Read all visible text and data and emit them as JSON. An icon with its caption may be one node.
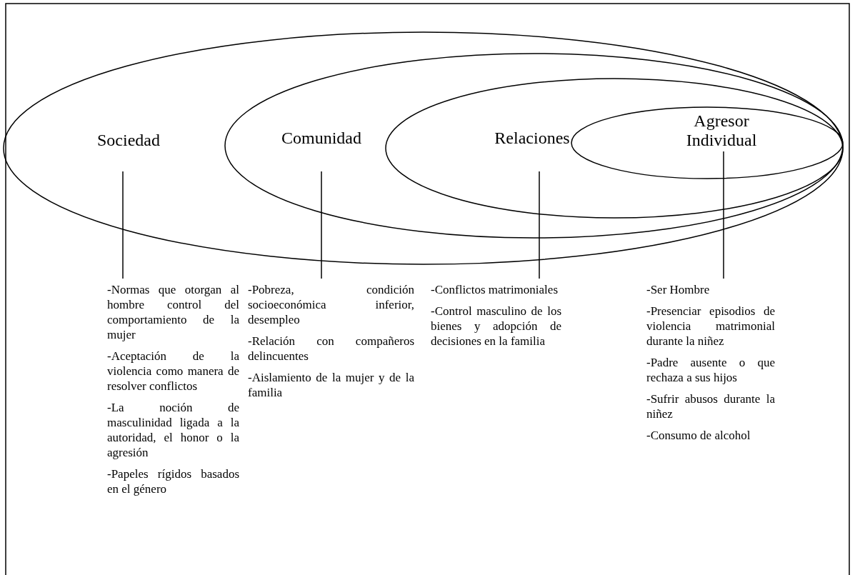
{
  "diagram": {
    "nodes": [
      {
        "text": [
          "Sociedad"
        ]
      },
      {
        "text": [
          "Comunidad"
        ],
        "in": 0
      },
      {
        "text": [
          "Relaciones"
        ],
        "in": 1
      },
      {
        "text": [
          "Agresor Individual"
        ],
        "in": 2
      },
      {
        "text": [
          "-Normas que otorgan al hombre control del comportamiento de la mujer",
          "-Aceptación de la violencia como manera de resolver conflictos",
          "-La noción de masculinidad ligada a la autoridad, el honor o la agresión",
          "-Papeles rígidos basados en el género"
        ]
      },
      {
        "text": [
          "-Pobreza, condición socioeconómica inferior, desempleo",
          "-Relación con compañeros delincuentes",
          "-Aislamiento de la mujer y de la familia"
        ]
      },
      {
        "text": [
          "-Conflictos matrimoniales",
          "-Control masculino de los bienes y adopción de decisiones en la familia"
        ]
      },
      {
        "text": [
          "-Ser Hombre",
          "-Presenciar episodios de violencia matrimonial durante la niñez",
          "-Padre ausente o que rechaza a sus hijos",
          "-Sufrir abusos durante la niñez",
          "-Consumo de alcohol"
        ]
      }
    ],
    "edges": [
      {
        "from": 4,
        "to": 0,
        "arrow": "none"
      },
      {
        "from": 5,
        "to": 1,
        "arrow": "none"
      },
      {
        "from": 6,
        "to": 2,
        "arrow": "none"
      },
      {
        "from": 7,
        "to": 3,
        "arrow": "none"
      }
    ]
  }
}
